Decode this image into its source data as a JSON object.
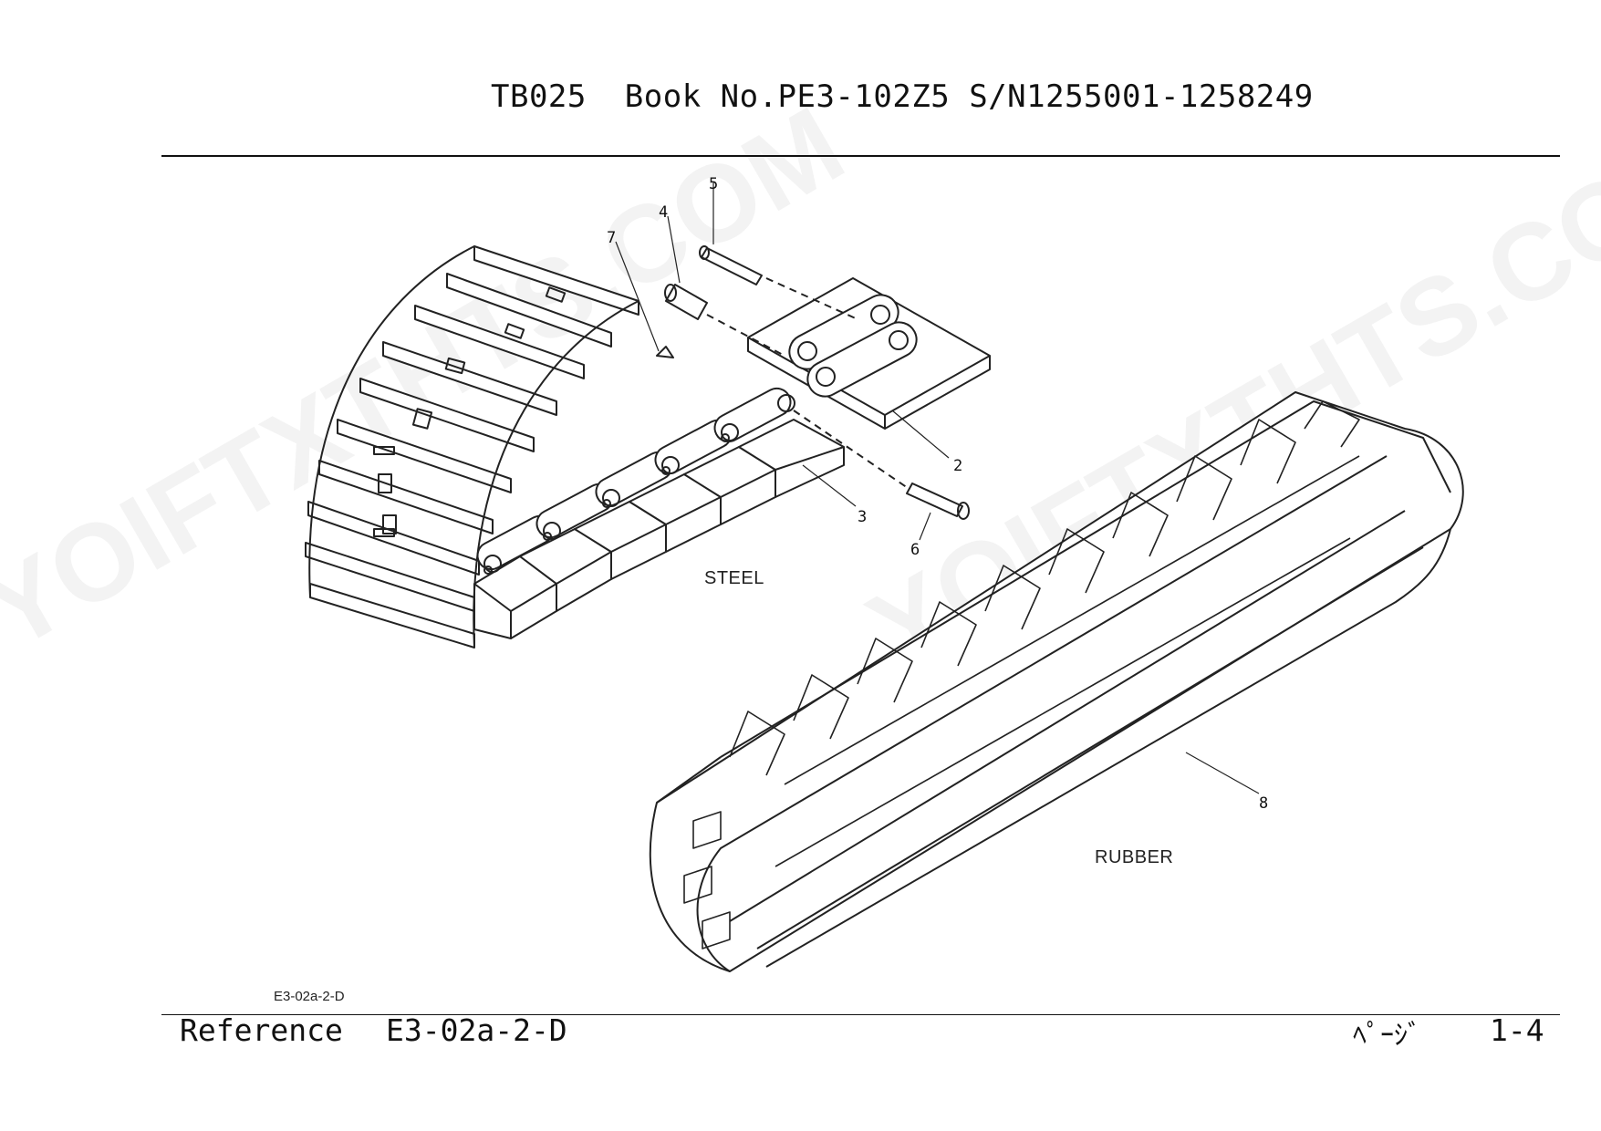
{
  "header": {
    "title": "TB025  Book No.PE3-102Z5 S/N1255001-1258249"
  },
  "figure": {
    "id_label": "E3-02a-2-D",
    "section_labels": {
      "steel": "STEEL",
      "rubber": "RUBBER"
    },
    "callouts": [
      "2",
      "3",
      "4",
      "5",
      "6",
      "7",
      "8"
    ]
  },
  "footer": {
    "reference_label": "Reference",
    "reference_value": "E3-02a-2-D",
    "page_label": "ﾍﾟｰｼﾞ",
    "page_value": "1-4"
  },
  "watermark": {
    "text_a": "YOIFTXTHTS.COM",
    "color": "#c8c8c8"
  }
}
